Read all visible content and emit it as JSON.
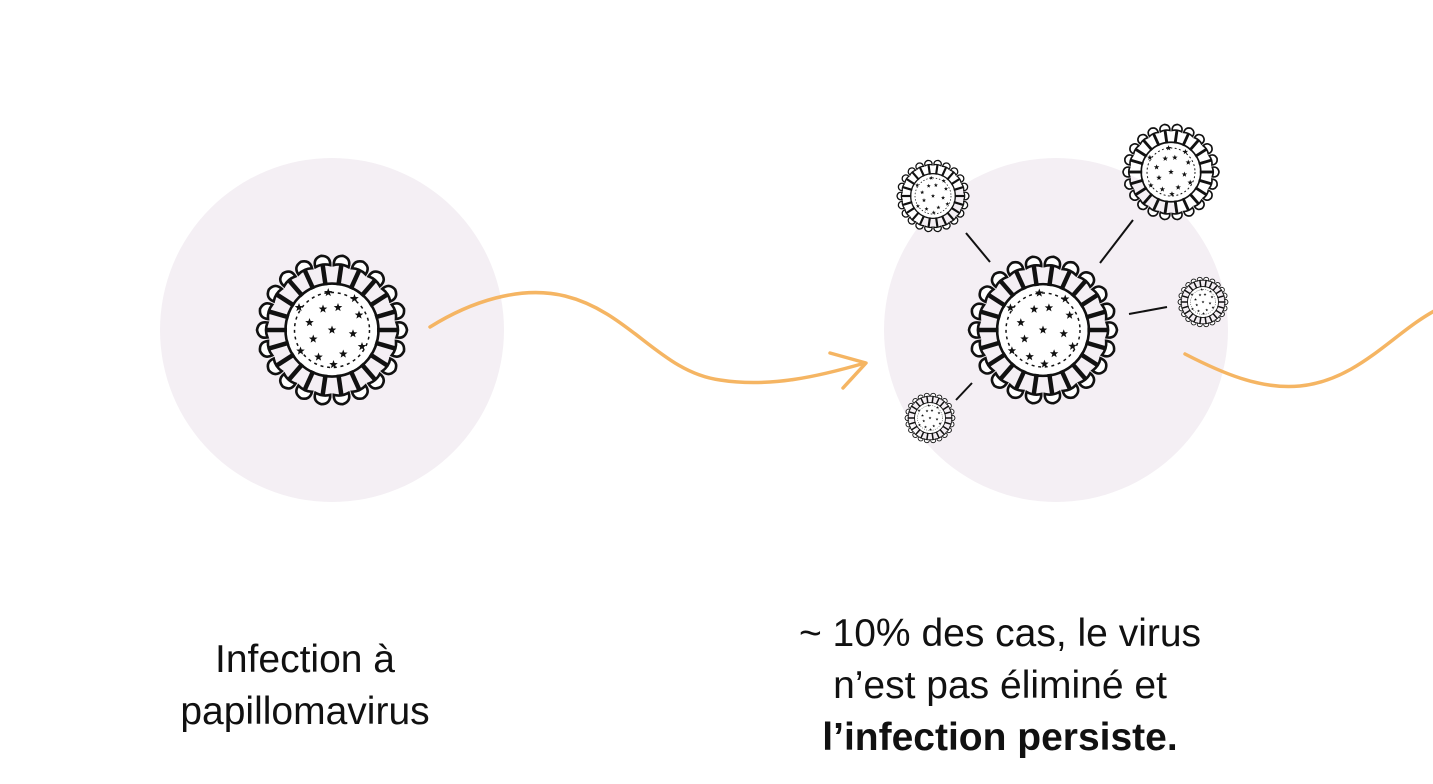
{
  "colors": {
    "background": "#ffffff",
    "circle_fill": "#f4eff4",
    "arrow": "#f5b563",
    "ink": "#111111"
  },
  "icons": {
    "virus": "virus-icon",
    "arrow": "curved-arrow-icon"
  },
  "steps": [
    {
      "caption_lines": [
        "Infection à",
        "papillomavirus"
      ],
      "caption_bold": ""
    },
    {
      "caption_lines": [
        "~ 10% des cas, le virus",
        "n’est pas éliminé et"
      ],
      "caption_bold": "l’infection persiste."
    }
  ]
}
